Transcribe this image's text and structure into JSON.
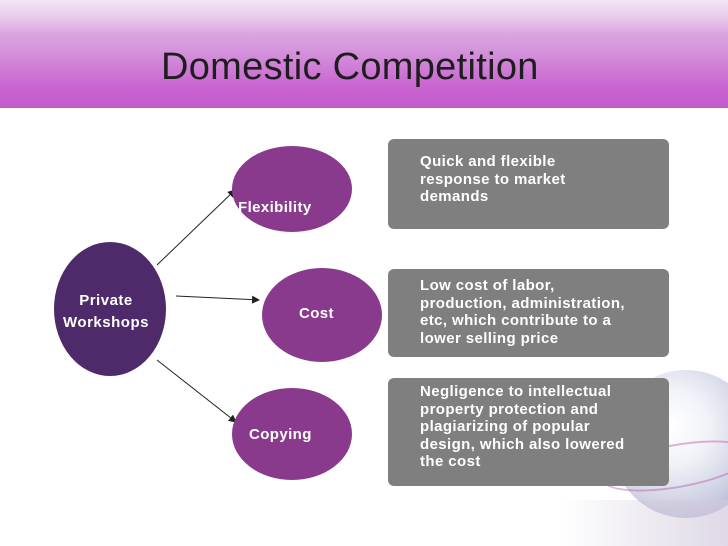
{
  "slide": {
    "title": "Domestic Competition"
  },
  "diagram": {
    "hub_label_line1": "Private",
    "hub_label_line2": "Workshops",
    "factors": [
      {
        "label": "Flexibility"
      },
      {
        "label": "Cost"
      },
      {
        "label": "Copying"
      }
    ],
    "descriptions": [
      {
        "lines": [
          "Quick and flexible",
          "response to market",
          "demands"
        ]
      },
      {
        "lines": [
          "Low cost of labor,",
          "production, administration,",
          "etc, which contribute to a",
          "lower selling price"
        ]
      },
      {
        "lines": [
          "Negligence to intellectual",
          "property protection and",
          "plagiarizing of popular",
          "design, which also lowered",
          "the cost"
        ]
      }
    ]
  },
  "colors": {
    "header": "#c965d1",
    "hub_fill": "#4f2a6b",
    "factor_fill": "#8a3a8c",
    "box_fill": "#7f7f7f"
  }
}
